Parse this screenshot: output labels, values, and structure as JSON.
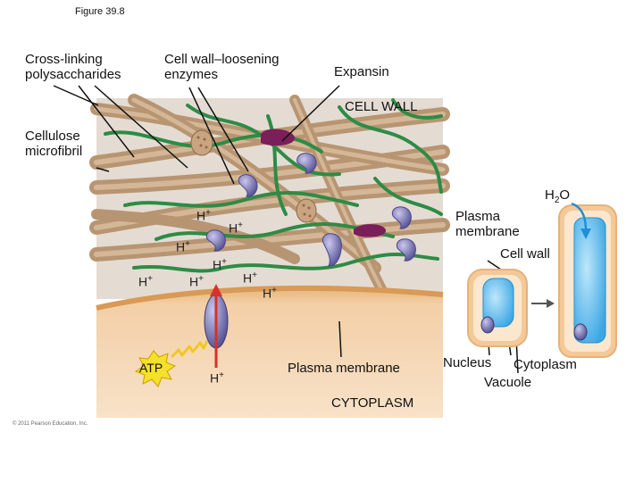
{
  "figure_title": "Figure 39.8",
  "labels": {
    "cross_linking": [
      "Cross-linking",
      "polysaccharides"
    ],
    "loosening": [
      "Cell wall–loosening",
      "enzymes"
    ],
    "expansin": "Expansin",
    "cell_wall_upper": "CELL WALL",
    "cellulose": [
      "Cellulose",
      "microfibril"
    ],
    "h2o": "H2O",
    "h2o_base": "H",
    "h2o_sub": "2",
    "h2o_tail": "O",
    "plasma_membrane_right": [
      "Plasma",
      "membrane"
    ],
    "cell_wall_right": "Cell wall",
    "nucleus": "Nucleus",
    "cytoplasm_right": "Cytoplasm",
    "vacuole": "Vacuole",
    "plasma_membrane_center": "Plasma membrane",
    "cytoplasm_upper": "CYTOPLASM",
    "atp": "ATP",
    "h_ion": "H",
    "plus": "+",
    "copyright": "© 2011 Pearson Education, Inc."
  },
  "colors": {
    "wall_bg": "#e6ded6",
    "fiber": "#c9a98a",
    "fiber_dark": "#a8845f",
    "polysaccharide": "#2e8b46",
    "enzyme": "#6b6aa8",
    "expansin": "#7a1f5a",
    "membrane": "#e8a85a",
    "cytoplasm": "#f6dcc0",
    "vacuole": "#4fb3e8",
    "atp_burst": "#f5e02a",
    "arrow_red": "#d8302a"
  }
}
